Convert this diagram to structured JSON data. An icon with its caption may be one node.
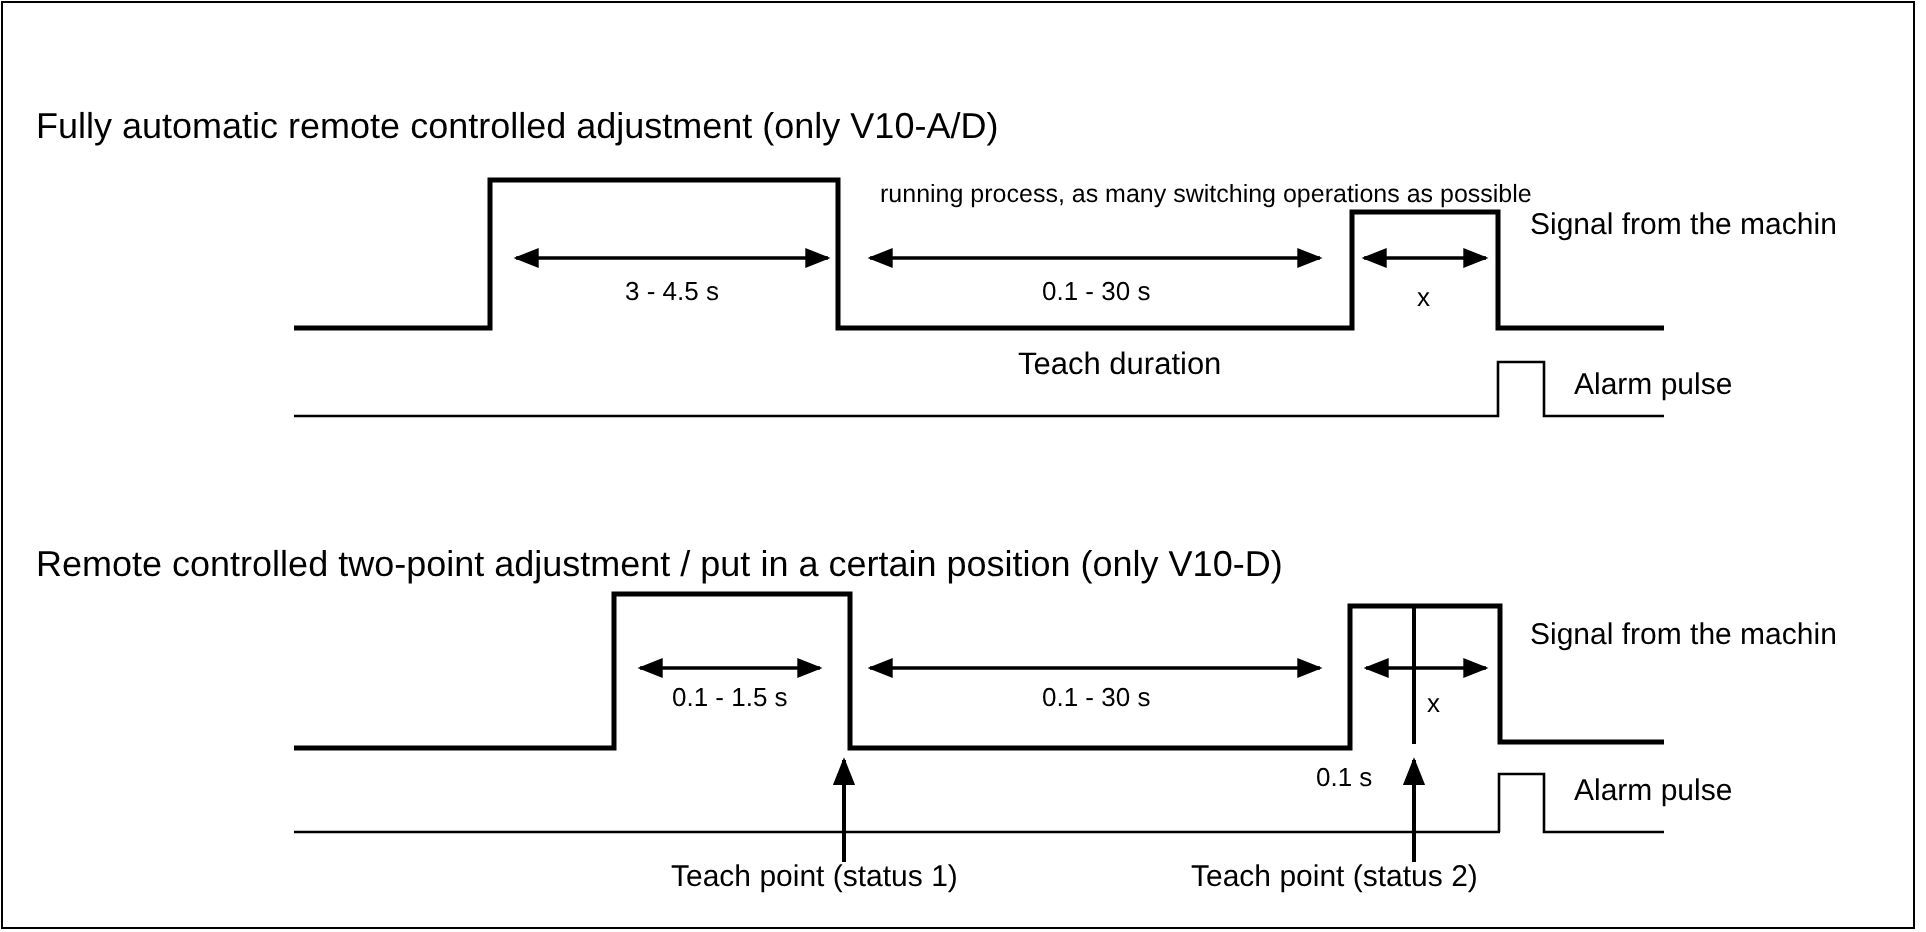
{
  "diagram": {
    "nodes": [
      {
        "text": [
          "Teach point (status 1)"
        ]
      },
      {
        "text": [
          "Teach point (status 2)"
        ]
      }
    ],
    "edges": [
      {
        "from": 0,
        "to": null,
        "arrow": "to"
      },
      {
        "from": 1,
        "to": null,
        "arrow": "to"
      }
    ],
    "labels": [
      "Fully automatic remote controlled adjustment (only V10-A/D)",
      "running process, as many switching operations as possible",
      "Signal from the machin",
      "3 - 4.5 s",
      "0.1 - 30 s",
      "x",
      "Teach duration",
      "Alarm pulse",
      "Remote controlled two-point adjustment / put in a certain position (only V10-D)",
      "Signal from the machin",
      "0.1 - 1.5 s",
      "0.1 - 30 s",
      "x",
      "0.1 s",
      "Alarm pulse"
    ]
  }
}
